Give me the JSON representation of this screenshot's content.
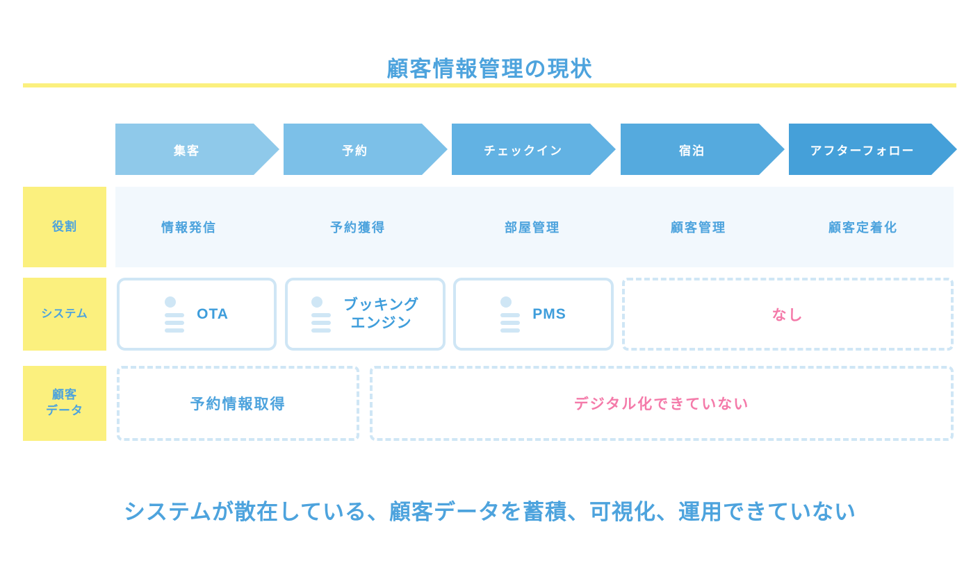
{
  "title": "顧客情報管理の現状",
  "colors": {
    "accent_blue": "#4da3dd",
    "pale_blue_bg": "#f2f8fd",
    "yellow": "#fbf07e",
    "pink": "#f47aa9",
    "border_blue": "#cfe6f5"
  },
  "stages": [
    {
      "label": "集客",
      "color": "#8fc9ea"
    },
    {
      "label": "予約",
      "color": "#7cc0e8"
    },
    {
      "label": "チェックイン",
      "color": "#62b2e3"
    },
    {
      "label": "宿泊",
      "color": "#55aade"
    },
    {
      "label": "アフターフォロー",
      "color": "#45a0d9"
    }
  ],
  "rows": {
    "role": {
      "label": "役割",
      "cells": [
        "情報発信",
        "予約獲得",
        "部屋管理",
        "顧客管理",
        "顧客定着化"
      ]
    },
    "system": {
      "label": "システム",
      "boxes": [
        {
          "text": "OTA",
          "icon": "document-list-icon"
        },
        {
          "text": "ブッキング\nエンジン",
          "icon": "document-list-icon"
        },
        {
          "text": "PMS",
          "icon": "document-list-icon"
        }
      ],
      "none_label": "なし"
    },
    "customer_data": {
      "label": "顧客\nデータ",
      "cells": [
        {
          "text": "予約情報取得",
          "tone": "blue"
        },
        {
          "text": "デジタル化できていない",
          "tone": "pink"
        }
      ]
    }
  },
  "footer": "システムが散在している、顧客データを蓄積、可視化、運用できていない"
}
